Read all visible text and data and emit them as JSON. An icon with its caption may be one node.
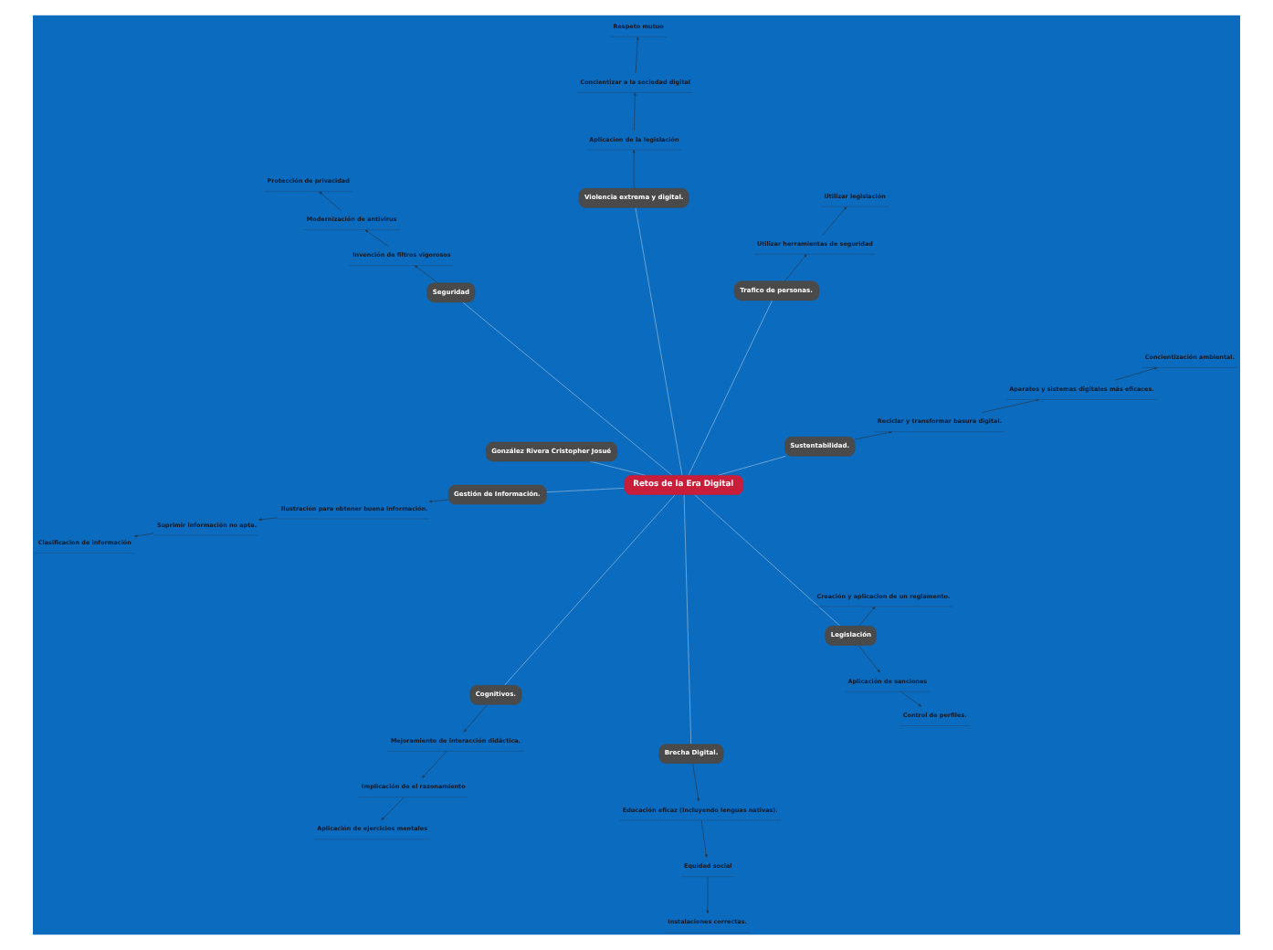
{
  "diagram": {
    "nodes": [
      {
        "text": [
          "Retos de la Era Digital"
        ]
      },
      {
        "text": [
          "Brecha Digital."
        ]
      },
      {
        "text": [
          "Educación eficaz (Incluyendo lenguas nativas)."
        ]
      },
      {
        "text": [
          "Equidad social"
        ]
      },
      {
        "text": [
          "Instalaciones correctas."
        ]
      },
      {
        "text": [
          "Gestión de Información."
        ]
      },
      {
        "text": [
          "Ilustración para obtener buena información."
        ]
      },
      {
        "text": [
          "Suprimir información no apta."
        ]
      },
      {
        "text": [
          "Clasificacion de información"
        ]
      },
      {
        "text": [
          "Legislación"
        ]
      },
      {
        "text": [
          "Creación y aplicacion de un reglamento."
        ]
      },
      {
        "text": [
          "Aplicación de sanciones"
        ]
      },
      {
        "text": [
          "Control de perfiles."
        ]
      },
      {
        "text": [
          "Sustentabilidad."
        ]
      },
      {
        "text": [
          "Reciclar y transformar basura digital."
        ]
      },
      {
        "text": [
          "Aparatos y sistemas digitales más eficaces."
        ]
      },
      {
        "text": [
          "Concientización ambiental."
        ]
      },
      {
        "text": [
          "Seguridad"
        ]
      },
      {
        "text": [
          "Invención de filtros vigorosos"
        ]
      },
      {
        "text": [
          "Modernización de antivirus"
        ]
      },
      {
        "text": [
          "Protección de privacidad"
        ]
      },
      {
        "text": [
          "Violencia extrema y digital."
        ]
      },
      {
        "text": [
          "Aplicacion de la legislación"
        ]
      },
      {
        "text": [
          "Concientizar a la sociedad digital"
        ]
      },
      {
        "text": [
          "Respeto mutuo"
        ]
      },
      {
        "text": [
          "Cognitivos."
        ]
      },
      {
        "text": [
          "Mejoramiento de interacción didáctica."
        ]
      },
      {
        "text": [
          "Implicación de el razonamiento"
        ]
      },
      {
        "text": [
          "Aplicación de ejercicios mentales"
        ]
      },
      {
        "text": [
          "Trafico de personas."
        ]
      },
      {
        "text": [
          "Utilizar herramientas de seguridad"
        ]
      },
      {
        "text": [
          "Utilizar legislación"
        ]
      },
      {
        "text": [
          "González Rivera Cristopher Josué"
        ]
      }
    ],
    "edges": [
      {
        "from": 0,
        "to": 1,
        "arrow": "none",
        "color": "#9fc0e0"
      },
      {
        "from": 1,
        "to": 2,
        "arrow": "to"
      },
      {
        "from": 2,
        "to": 3,
        "arrow": "to"
      },
      {
        "from": 3,
        "to": 4,
        "arrow": "to"
      },
      {
        "from": 0,
        "to": 5,
        "arrow": "none",
        "color": "#9fc0e0"
      },
      {
        "from": 5,
        "to": 6,
        "arrow": "to"
      },
      {
        "from": 6,
        "to": 7,
        "arrow": "to"
      },
      {
        "from": 7,
        "to": 8,
        "arrow": "to"
      },
      {
        "from": 0,
        "to": 9,
        "arrow": "none",
        "color": "#9fc0e0"
      },
      {
        "from": 9,
        "to": 10,
        "arrow": "to"
      },
      {
        "from": 9,
        "to": 11,
        "arrow": "to"
      },
      {
        "from": 11,
        "to": 12,
        "arrow": "to"
      },
      {
        "from": 0,
        "to": 13,
        "arrow": "none",
        "color": "#9fc0e0"
      },
      {
        "from": 13,
        "to": 14,
        "arrow": "to"
      },
      {
        "from": 14,
        "to": 15,
        "arrow": "to"
      },
      {
        "from": 15,
        "to": 16,
        "arrow": "to"
      },
      {
        "from": 0,
        "to": 17,
        "arrow": "none",
        "color": "#9fc0e0"
      },
      {
        "from": 17,
        "to": 18,
        "arrow": "to"
      },
      {
        "from": 18,
        "to": 19,
        "arrow": "to"
      },
      {
        "from": 19,
        "to": 20,
        "arrow": "to"
      },
      {
        "from": 0,
        "to": 21,
        "arrow": "none",
        "color": "#9fc0e0"
      },
      {
        "from": 21,
        "to": 22,
        "arrow": "to"
      },
      {
        "from": 22,
        "to": 23,
        "arrow": "to"
      },
      {
        "from": 23,
        "to": 24,
        "arrow": "to"
      },
      {
        "from": 0,
        "to": 25,
        "arrow": "none",
        "color": "#9fc0e0"
      },
      {
        "from": 25,
        "to": 26,
        "arrow": "to"
      },
      {
        "from": 26,
        "to": 27,
        "arrow": "to"
      },
      {
        "from": 27,
        "to": 28,
        "arrow": "to"
      },
      {
        "from": 0,
        "to": 29,
        "arrow": "none",
        "color": "#9fc0e0"
      },
      {
        "from": 29,
        "to": 30,
        "arrow": "to"
      },
      {
        "from": 30,
        "to": 31,
        "arrow": "to"
      },
      {
        "from": 0,
        "to": 32,
        "arrow": "none",
        "color": "#9fc0e0"
      }
    ]
  }
}
